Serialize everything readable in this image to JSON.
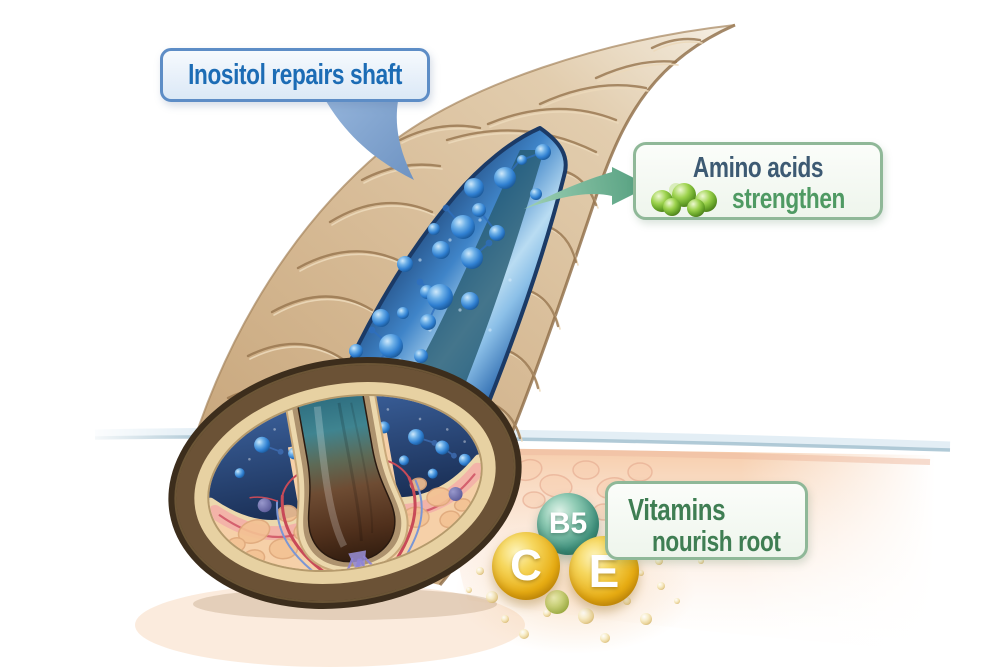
{
  "colors": {
    "inositol-text": "#1c6cb5",
    "inositol-border": "#5d8dc6",
    "green-border": "#8fb898",
    "amino-title": "#3d5a73",
    "amino-green": "#4f9a63",
    "vitamins-text": "#3f7e53",
    "vitamin-gold": "#e7ac12",
    "vitamin-teal": "#41927e",
    "cortex-blue": "#3b82c4",
    "cuticle-tan": "#d7ba94"
  },
  "callouts": {
    "inositol": {
      "text": "Inositol repairs shaft"
    },
    "amino": {
      "title": "Amino acids",
      "action": "strengthen"
    },
    "vitamins": {
      "title": "Vitamins",
      "action": "nourish root"
    }
  },
  "vitamins": {
    "c": "C",
    "b5": "B5",
    "e": "E"
  }
}
